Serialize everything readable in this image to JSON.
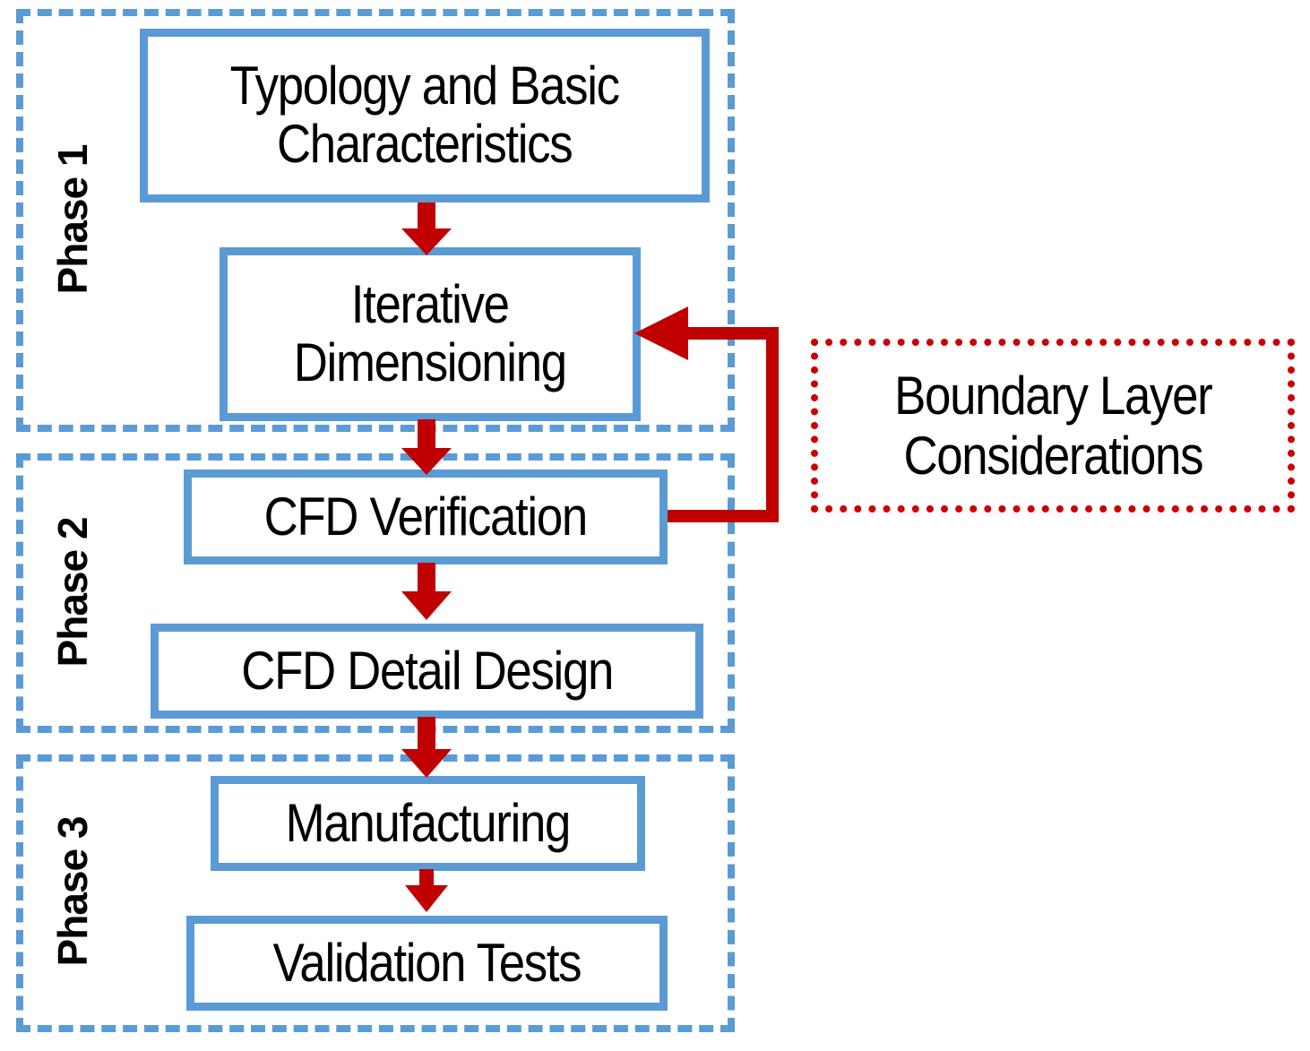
{
  "diagram": {
    "title": "Design workflow phases flowchart",
    "colors": {
      "box_border_blue": "#5B9BD5",
      "group_dash_blue": "#5B9BD5",
      "arrow_red": "#C00000",
      "note_dot_red": "#CC0000",
      "text_black": "#000000",
      "background": "#FFFFFF"
    },
    "phases": [
      {
        "id": "phase-1",
        "label": "Phase 1"
      },
      {
        "id": "phase-2",
        "label": "Phase 2"
      },
      {
        "id": "phase-3",
        "label": "Phase 3"
      }
    ],
    "nodes": [
      {
        "id": "typology",
        "label": "Typology and Basic\nCharacteristics",
        "phase": "Phase 1"
      },
      {
        "id": "iterative",
        "label": "Iterative\nDimensioning",
        "phase": "Phase 1"
      },
      {
        "id": "cfd-verify",
        "label": "CFD Verification",
        "phase": "Phase 2"
      },
      {
        "id": "cfd-detail",
        "label": "CFD Detail Design",
        "phase": "Phase 2"
      },
      {
        "id": "manufacturing",
        "label": "Manufacturing",
        "phase": "Phase 3"
      },
      {
        "id": "validation",
        "label": "Validation Tests",
        "phase": "Phase 3"
      }
    ],
    "note": {
      "id": "boundary-layer-note",
      "label": "Boundary Layer\nConsiderations"
    },
    "edges": [
      {
        "from": "typology",
        "to": "iterative",
        "type": "down-arrow"
      },
      {
        "from": "iterative",
        "to": "cfd-verify",
        "type": "down-arrow"
      },
      {
        "from": "cfd-verify",
        "to": "cfd-detail",
        "type": "down-arrow"
      },
      {
        "from": "cfd-detail",
        "to": "manufacturing",
        "type": "down-arrow"
      },
      {
        "from": "manufacturing",
        "to": "validation",
        "type": "down-arrow"
      },
      {
        "from": "cfd-verify",
        "to": "iterative",
        "type": "feedback-loop"
      }
    ]
  }
}
